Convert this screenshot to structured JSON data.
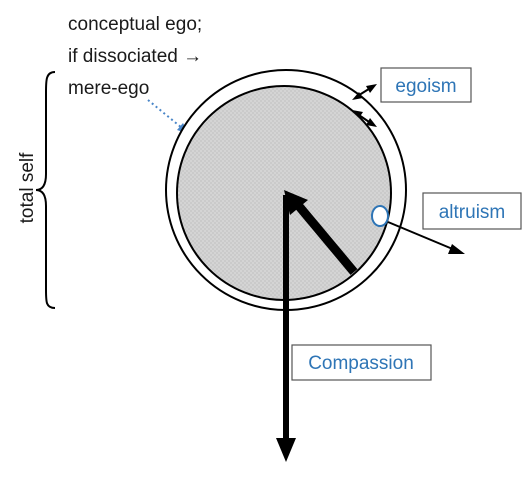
{
  "annotation": {
    "line1": "conceptual ego;",
    "line2": "if dissociated →",
    "line3": "mere-ego"
  },
  "side_label": "total self",
  "boxes": {
    "egoism": "egoism",
    "altruism": "altruism",
    "compassion": "Compassion"
  },
  "colors": {
    "accent_text": "#2e75b6",
    "box_border": "#555555",
    "inner_fill": "#d4d4d4",
    "outline": "#000000",
    "dotted_arrow": "#4a86c8"
  }
}
